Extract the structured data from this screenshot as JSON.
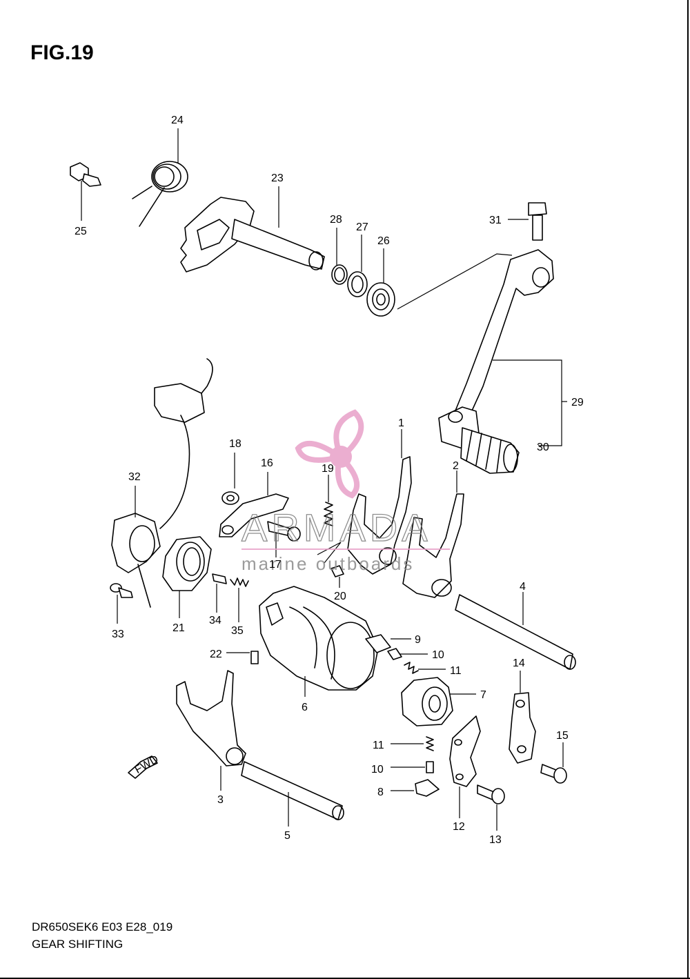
{
  "figure": {
    "title": "FIG.19",
    "model_code": "DR650SEK6 E03 E28_019",
    "section_name": "GEAR SHIFTING",
    "fwd_label": "FWD"
  },
  "watermark": {
    "brand": "ARMADA",
    "tagline": "marine outboards",
    "accent_color": "#e8a0c8"
  },
  "callouts": [
    {
      "id": "c24",
      "text": "24"
    },
    {
      "id": "c25",
      "text": "25"
    },
    {
      "id": "c23",
      "text": "23"
    },
    {
      "id": "c28",
      "text": "28"
    },
    {
      "id": "c27",
      "text": "27"
    },
    {
      "id": "c26",
      "text": "26"
    },
    {
      "id": "c31",
      "text": "31"
    },
    {
      "id": "c29",
      "text": "29"
    },
    {
      "id": "c30",
      "text": "30"
    },
    {
      "id": "c1",
      "text": "1"
    },
    {
      "id": "c2",
      "text": "2"
    },
    {
      "id": "c18",
      "text": "18"
    },
    {
      "id": "c16",
      "text": "16"
    },
    {
      "id": "c19",
      "text": "19"
    },
    {
      "id": "c32",
      "text": "32"
    },
    {
      "id": "c17",
      "text": "17"
    },
    {
      "id": "c20",
      "text": "20"
    },
    {
      "id": "c33",
      "text": "33"
    },
    {
      "id": "c21",
      "text": "21"
    },
    {
      "id": "c34",
      "text": "34"
    },
    {
      "id": "c35",
      "text": "35"
    },
    {
      "id": "c4",
      "text": "4"
    },
    {
      "id": "c9",
      "text": "9"
    },
    {
      "id": "c10a",
      "text": "10"
    },
    {
      "id": "c11a",
      "text": "11"
    },
    {
      "id": "c22",
      "text": "22"
    },
    {
      "id": "c6",
      "text": "6"
    },
    {
      "id": "c7",
      "text": "7"
    },
    {
      "id": "c14",
      "text": "14"
    },
    {
      "id": "c15",
      "text": "15"
    },
    {
      "id": "c11b",
      "text": "11"
    },
    {
      "id": "c10b",
      "text": "10"
    },
    {
      "id": "c8",
      "text": "8"
    },
    {
      "id": "c12",
      "text": "12"
    },
    {
      "id": "c13",
      "text": "13"
    },
    {
      "id": "c3",
      "text": "3"
    },
    {
      "id": "c5",
      "text": "5"
    }
  ]
}
